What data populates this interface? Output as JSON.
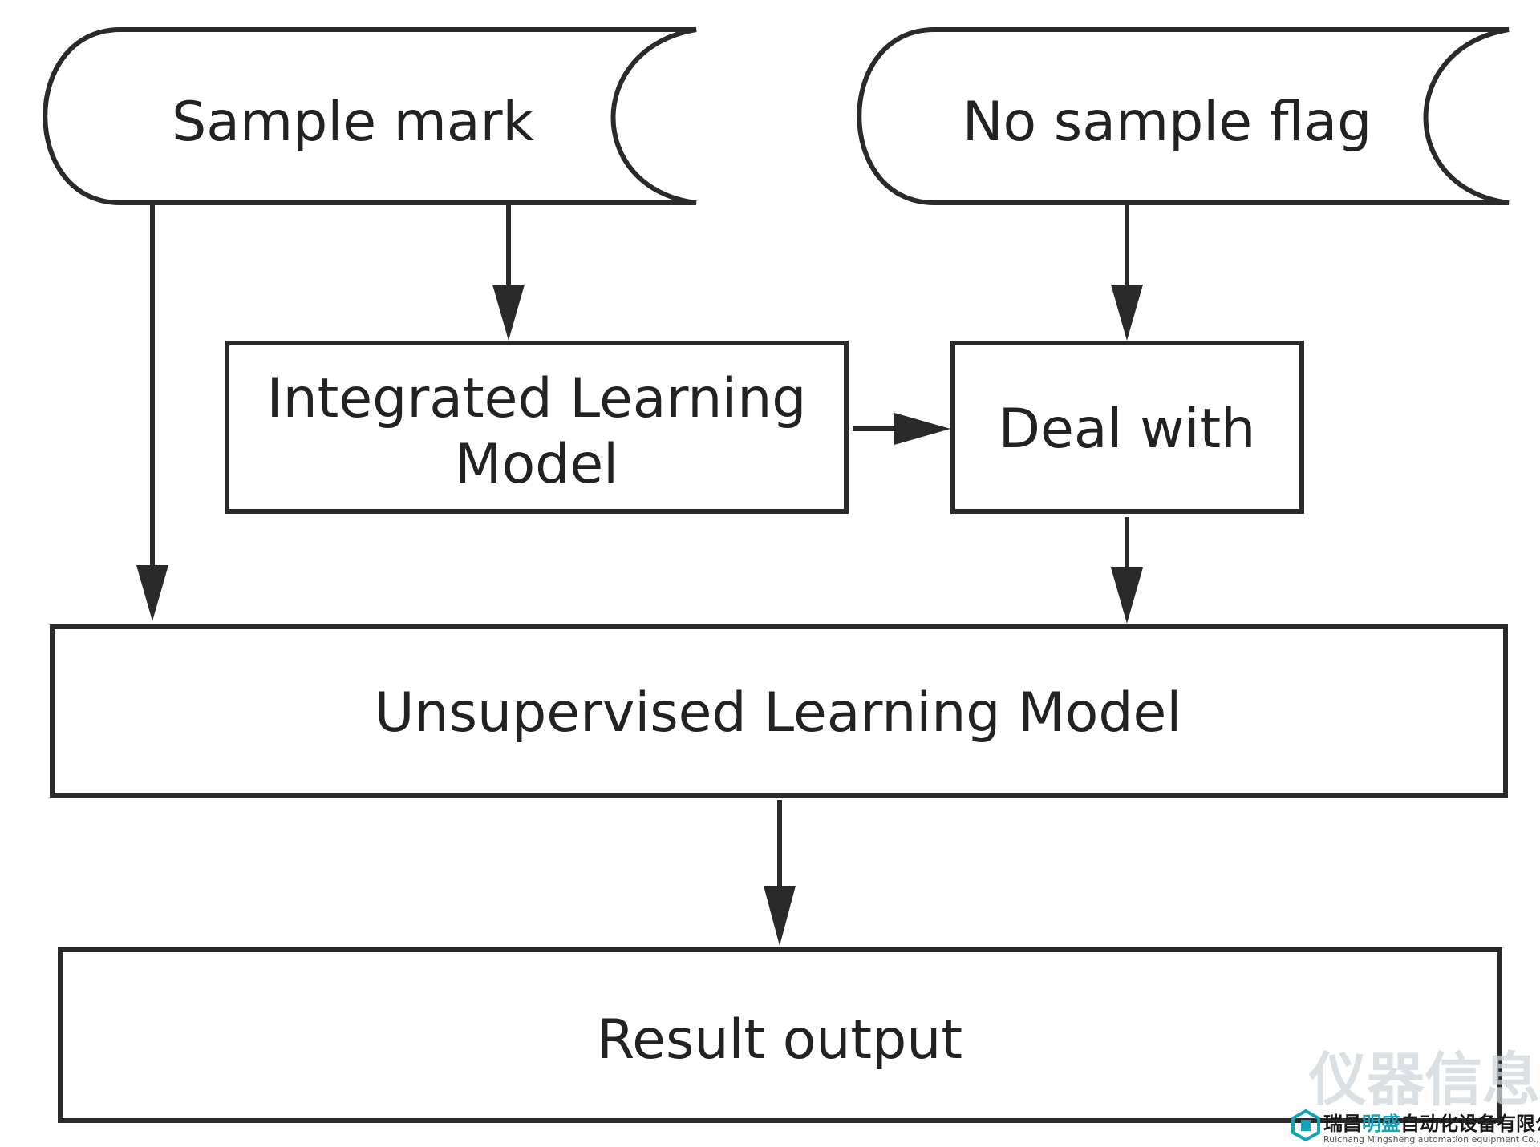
{
  "nodes": {
    "sample_mark": "Sample mark",
    "no_sample_flag": "No sample flag",
    "integrated_model_line1": "Integrated Learning",
    "integrated_model_line2": "Model",
    "deal_with": "Deal with",
    "unsupervised_model": "Unsupervised Learning Model",
    "result_output": "Result output"
  },
  "watermark": {
    "site_text": "仪器信息网",
    "company_prefix": "瑞昌",
    "company_accent": "明盛",
    "company_suffix": "自动化设备有限公司",
    "company_english": "Ruichang Mingsheng automation equipment Co., Ltd"
  },
  "colors": {
    "stroke": "#2a2a2a",
    "text": "#222222",
    "logo_accent": "#17a2b8"
  }
}
